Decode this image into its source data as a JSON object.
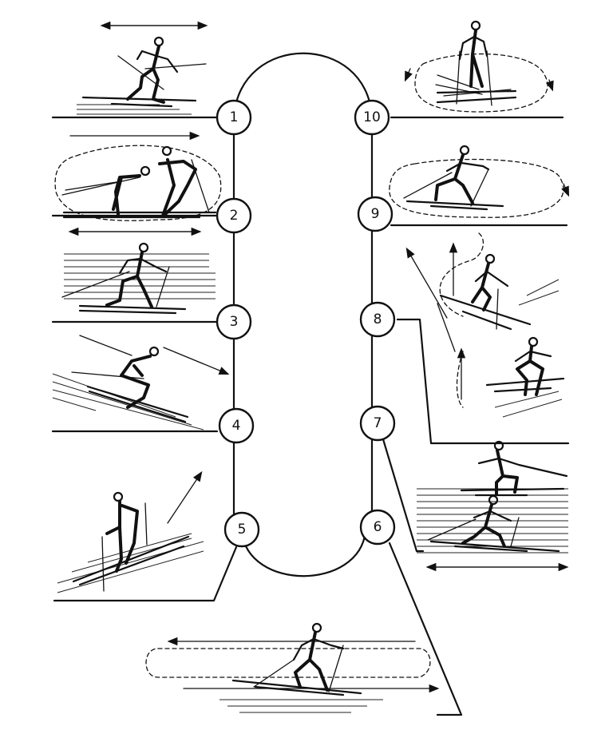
{
  "diagram": {
    "nodes": [
      {
        "id": 1,
        "label": "1"
      },
      {
        "id": 2,
        "label": "2"
      },
      {
        "id": 3,
        "label": "3"
      },
      {
        "id": 4,
        "label": "4"
      },
      {
        "id": 5,
        "label": "5"
      },
      {
        "id": 6,
        "label": "6"
      },
      {
        "id": 7,
        "label": "7"
      },
      {
        "id": 8,
        "label": "8"
      },
      {
        "id": 9,
        "label": "9"
      },
      {
        "id": 10,
        "label": "10"
      }
    ],
    "colors": {
      "ink": "#111111",
      "background": "#ffffff"
    }
  }
}
